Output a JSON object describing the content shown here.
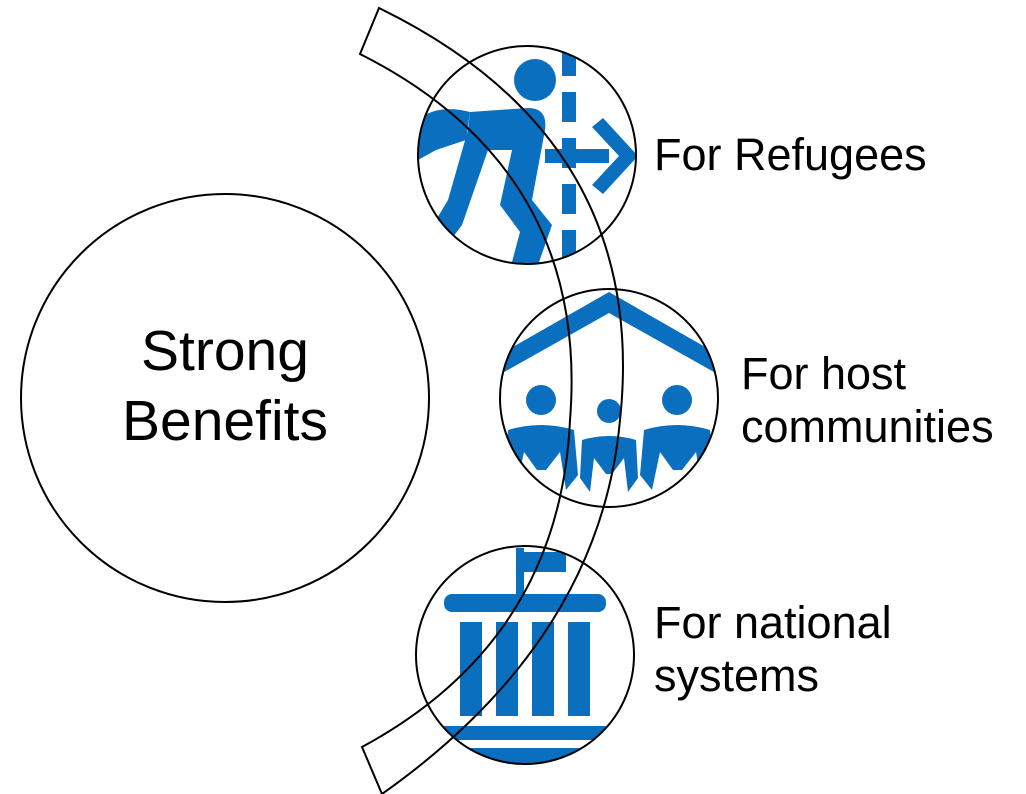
{
  "center": {
    "line1": "Strong",
    "line2": "Benefits"
  },
  "items": [
    {
      "id": "refugees",
      "line1": "For Refugees",
      "line2": "",
      "icon": "person-crossing-border-icon"
    },
    {
      "id": "host",
      "line1": "For host",
      "line2": "communities",
      "icon": "community-house-icon"
    },
    {
      "id": "national",
      "line1": "For national",
      "line2": "systems",
      "icon": "government-building-icon"
    }
  ],
  "colors": {
    "icon_blue": "#0a6fbe",
    "outline": "#000000",
    "background": "#ffffff"
  }
}
